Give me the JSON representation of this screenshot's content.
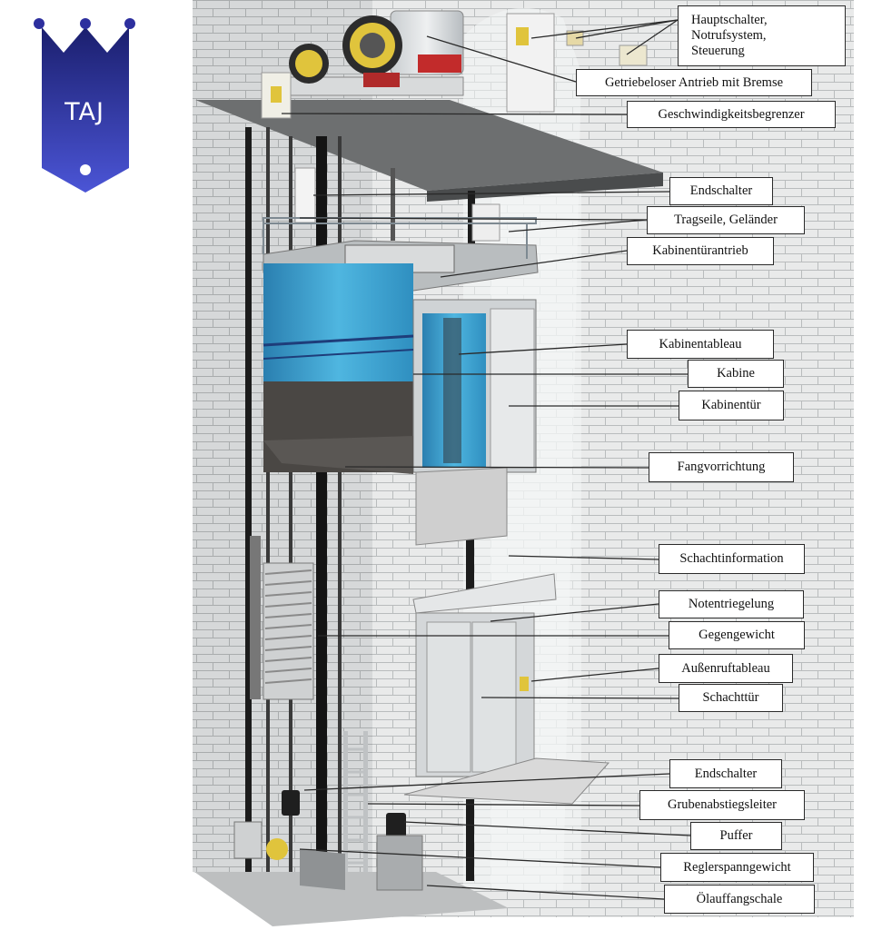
{
  "logo": {
    "text": "TAJ",
    "color": "#2d2f9e"
  },
  "labels": {
    "hauptschalter": "Hauptschalter,\nNotrufsystem,\nSteuerung",
    "antrieb": "Getriebeloser Antrieb mit Bremse",
    "begrenzer": "Geschwindigkeitsbegrenzer",
    "endschalter_oben": "Endschalter",
    "tragseile": "Tragseile, Geländer",
    "tuerantrieb": "Kabinentürantrieb",
    "kabinentableau": "Kabinentableau",
    "kabine": "Kabine",
    "kabinentuer": "Kabinentür",
    "fangvorrichtung": "Fangvorrichtung",
    "schachtinformation": "Schachtinformation",
    "notentriegelung": "Notentriegelung",
    "gegengewicht": "Gegengewicht",
    "aussenruftableau": "Außenruftableau",
    "schachttuer": "Schachttür",
    "endschalter_unten": "Endschalter",
    "grubenleiter": "Grubenabstiegsleiter",
    "puffer": "Puffer",
    "reglerspanngewicht": "Reglerspanngewicht",
    "oelauffangschale": "Ölauffangschale"
  }
}
